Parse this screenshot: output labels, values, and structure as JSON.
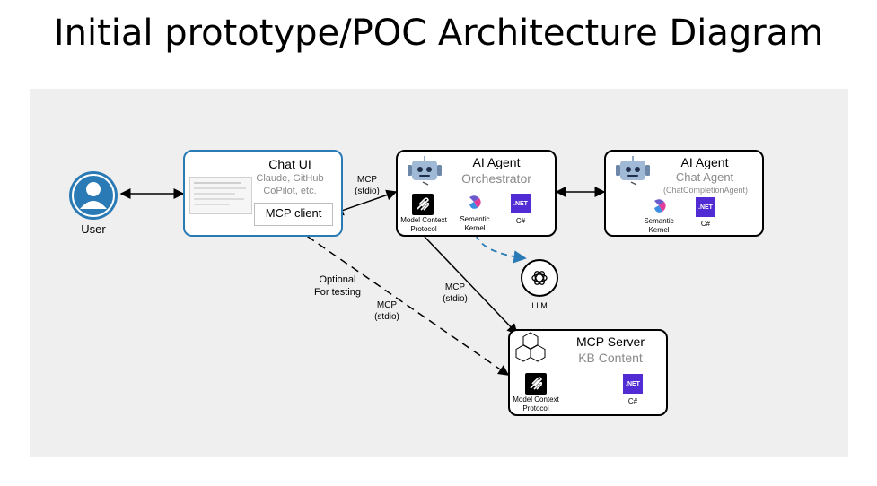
{
  "title": "Initial prototype/POC Architecture Diagram",
  "user": {
    "label": "User"
  },
  "chat_ui": {
    "title": "Chat UI",
    "subtitle_line1": "Claude, GitHub",
    "subtitle_line2": "CoPilot, etc.",
    "client_label": "MCP client"
  },
  "orchestrator": {
    "title": "AI Agent",
    "subtitle": "Orchestrator",
    "mcp_label_line1": "Model Context",
    "mcp_label_line2": "Protocol",
    "sk_label_line1": "Semantic",
    "sk_label_line2": "Kernel",
    "csharp_label": "C#",
    "net_label": ".NET"
  },
  "chat_agent": {
    "title": "AI Agent",
    "subtitle": "Chat Agent",
    "detail": "(ChatCompletionAgent)",
    "sk_label_line1": "Semantic",
    "sk_label_line2": "Kernel",
    "csharp_label": "C#",
    "net_label": ".NET"
  },
  "llm": {
    "label": "LLM"
  },
  "mcp_server": {
    "title": "MCP Server",
    "subtitle": "KB Content",
    "mcp_label_line1": "Model Context",
    "mcp_label_line2": "Protocol",
    "csharp_label": "C#",
    "net_label": ".NET"
  },
  "edges": {
    "chatui_orch_line1": "MCP",
    "chatui_orch_line2": "(stdio)",
    "orch_server_line1": "MCP",
    "orch_server_line2": "(stdio)",
    "optional_line1": "Optional",
    "optional_line2": "For testing",
    "client_server_line1": "MCP",
    "client_server_line2": "(stdio)"
  },
  "colors": {
    "net_purple": "#512bd4",
    "chatui_border": "#2a7ab5",
    "user_blue": "#2a7ab5",
    "llm_arrow": "#2a7ab5"
  }
}
